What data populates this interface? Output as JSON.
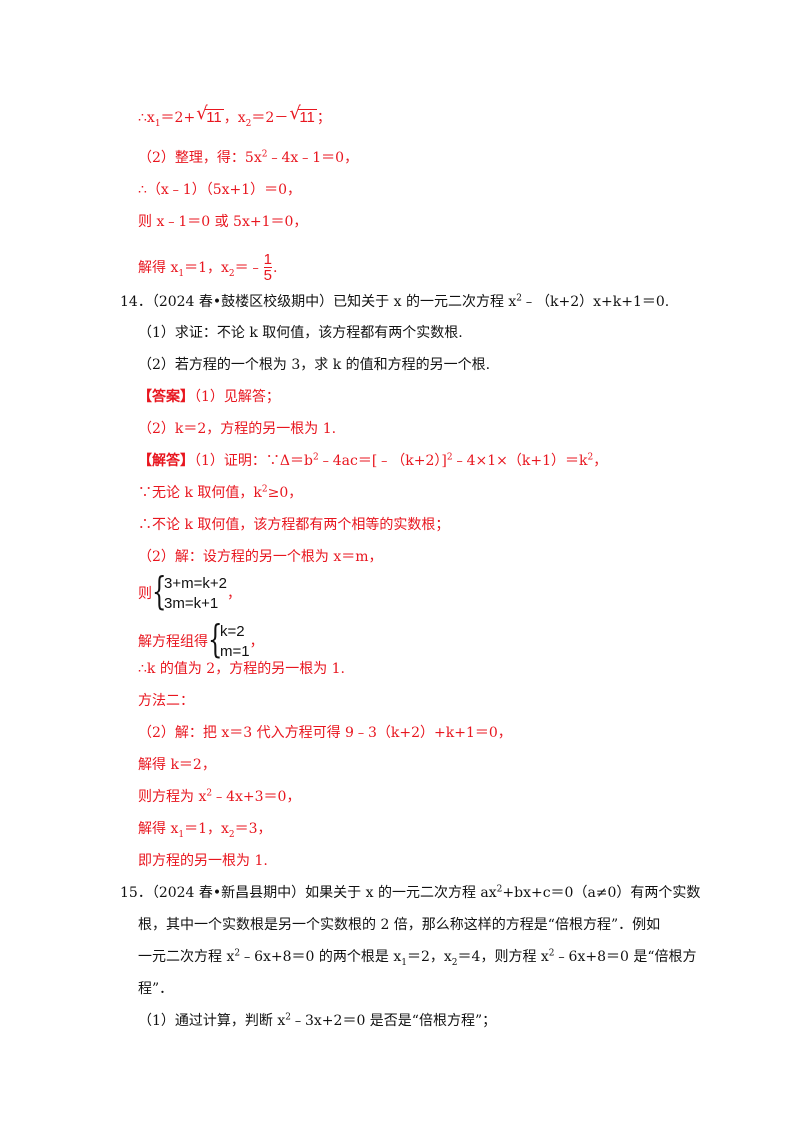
{
  "lines": {
    "l1": {
      "pre": "∴x",
      "sub1": "1",
      "mid1": "＝2+",
      "rad1": "11",
      "mid2": "，x",
      "sub2": "2",
      "mid3": "＝2－",
      "rad2": "11",
      "end": "；"
    },
    "l2": {
      "pre": "（2）整理，得：5x",
      "sup": "2",
      "post": "﹣4x﹣1＝0，"
    },
    "l3": "∴（x﹣1）（5x+1）＝0，",
    "l4": "则 x﹣1＝0 或 5x+1＝0，",
    "l5": {
      "pre": "解得 x",
      "sub1": "1",
      "mid": "＝1，x",
      "sub2": "2",
      "mid2": "＝﹣",
      "num": "1",
      "den": "5",
      "end": "."
    },
    "q14": {
      "pre": "14．（2024 春•鼓楼区校级期中）已知关于 x 的一元二次方程 x",
      "sup": "2",
      "post": "﹣（k+2）x+k+1＝0."
    },
    "q14_1": "（1）求证：不论 k 取何值，该方程都有两个实数根.",
    "q14_2": "（2）若方程的一个根为 3，求 k 的值和方程的另一个根.",
    "ans_tag": "【答案】",
    "ans_1": "（1）见解答；",
    "ans_2": "（2）k＝2，方程的另一根为 1.",
    "sol_tag": "【解答】",
    "sol_1": {
      "pre": "（1）证明：∵Δ＝b",
      "sup1": "2",
      "mid": "﹣4ac＝[﹣（k+2）]",
      "sup2": "2",
      "mid2": "﹣4×1×（k+1）＝k",
      "sup3": "2",
      "end": "，"
    },
    "sol_2": {
      "pre": "∵无论 k 取何值，k",
      "sup": "2",
      "post": "≥0，"
    },
    "sol_3": "∴不论 k 取何值，该方程都有两个相等的实数根；",
    "sol_4": "（2）解：设方程的另一个根为 x＝m，",
    "sol_5": {
      "pre": "则",
      "row1": "3+m=k+2",
      "row2": "3m=k+1",
      "end": "，"
    },
    "sol_6": {
      "pre": "解方程组得",
      "row1": "k=2",
      "row2": "m=1",
      "end": "，"
    },
    "sol_7": "∴k 的值为 2，方程的另一根为 1.",
    "sol_8": "方法二：",
    "sol_9": "（2）解：把 x＝3 代入方程可得 9﹣3（k+2）+k+1＝0，",
    "sol_10": "解得 k＝2，",
    "sol_11": {
      "pre": "则方程为 x",
      "sup": "2",
      "post": "﹣4x+3＝0，"
    },
    "sol_12": {
      "pre": "解得 x",
      "sub1": "1",
      "mid": "＝1，x",
      "sub2": "2",
      "end": "＝3，"
    },
    "sol_13": "即方程的另一根为 1.",
    "q15_a": {
      "pre": "15．（2024 春•新昌县期中）如果关于 x 的一元二次方程 ax",
      "sup": "2",
      "post": "+bx+c＝0（a≠0）有两个实数"
    },
    "q15_b": "根，其中一个实数根是另一个实数根的 2 倍，那么称这样的方程是“倍根方程”．例如",
    "q15_c": {
      "pre": "一元二次方程 x",
      "sup1": "2",
      "mid": "﹣6x+8＝0 的两个根是 x",
      "sub1": "1",
      "mid2": "＝2，x",
      "sub2": "2",
      "mid3": "＝4，则方程 x",
      "sup2": "2",
      "end": "﹣6x+8＝0 是“倍根方"
    },
    "q15_d": "程”．",
    "q15_1": {
      "pre": "（1）通过计算，判断 x",
      "sup": "2",
      "post": "﹣3x+2＝0 是否是“倍根方程”；"
    }
  }
}
